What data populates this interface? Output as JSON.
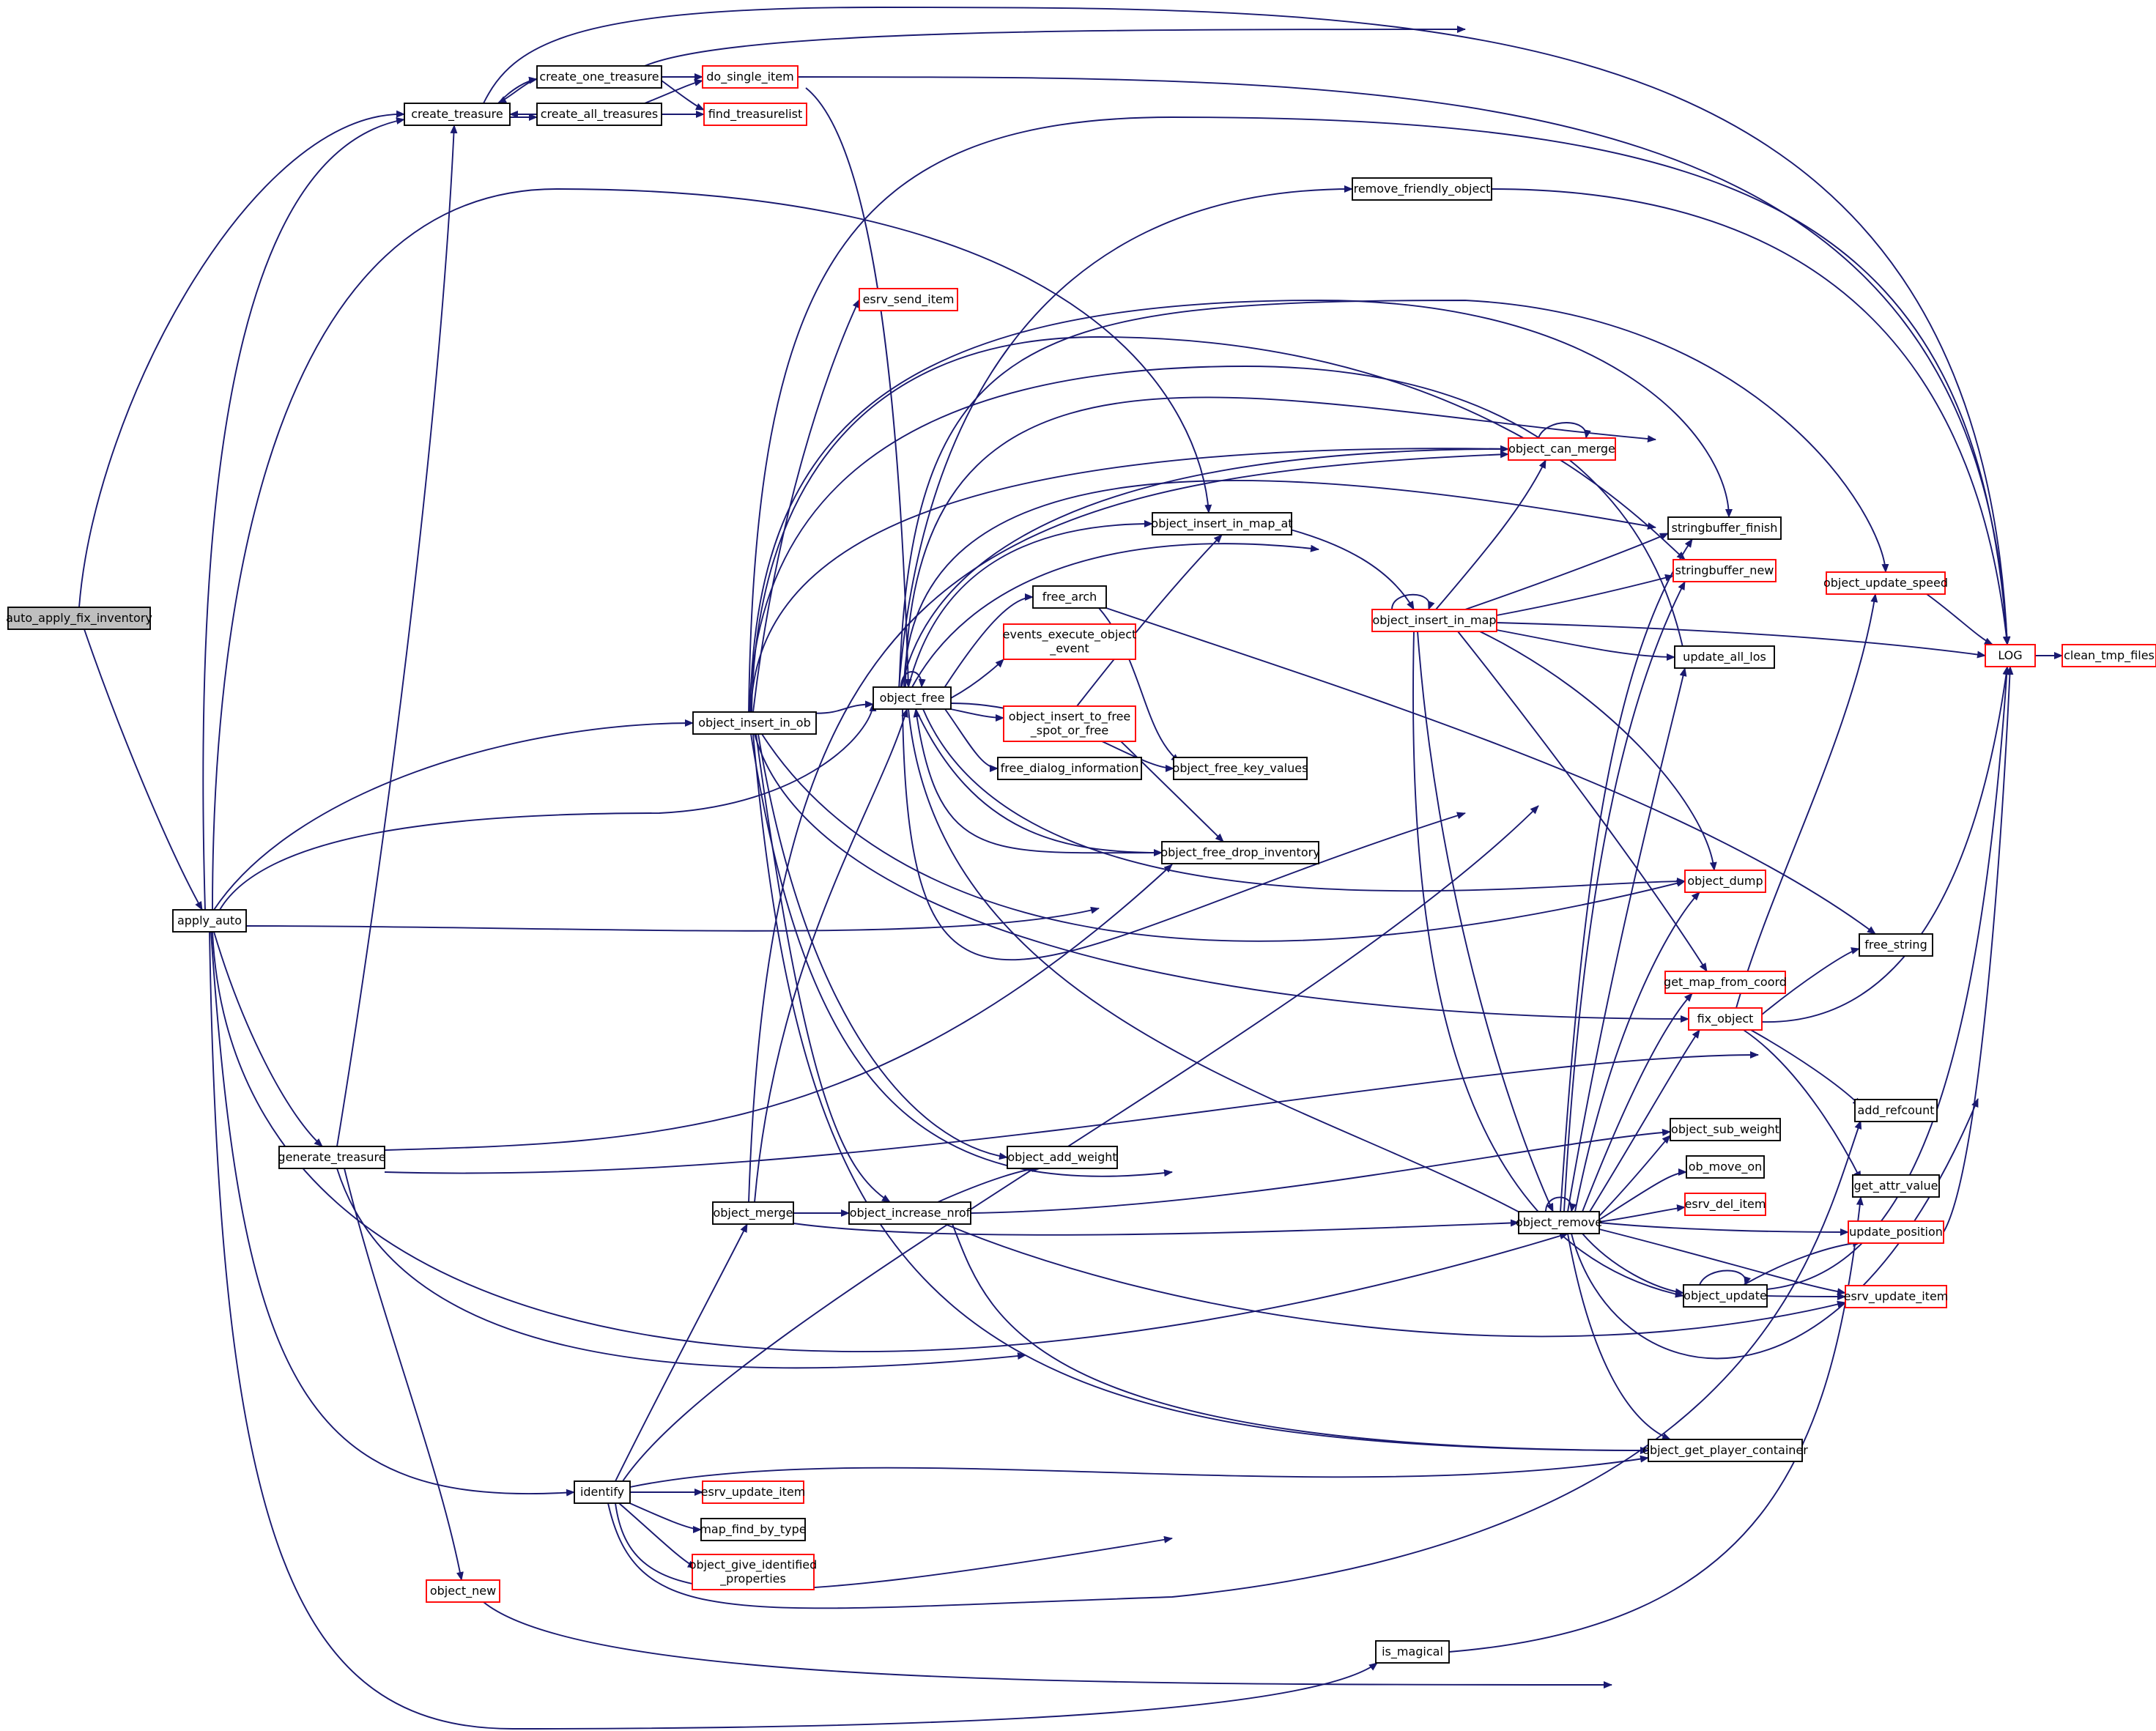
{
  "colors": {
    "edge": "#191970",
    "node_border_black": "#000000",
    "node_border_red": "#ff0000",
    "root_fill": "#bfbfbf",
    "node_fill": "#ffffff"
  },
  "nodes": [
    {
      "id": "root",
      "lines": [
        "auto_apply_fix_inventory"
      ],
      "red": false,
      "root": true
    },
    {
      "id": "apply_auto",
      "lines": [
        "apply_auto"
      ],
      "red": false
    },
    {
      "id": "create_treasure",
      "lines": [
        "create_treasure"
      ],
      "red": false
    },
    {
      "id": "create_one_treasure",
      "lines": [
        "create_one_treasure"
      ],
      "red": false
    },
    {
      "id": "create_all_treasures",
      "lines": [
        "create_all_treasures"
      ],
      "red": false
    },
    {
      "id": "do_single_item",
      "lines": [
        "do_single_item"
      ],
      "red": true
    },
    {
      "id": "find_treasurelist",
      "lines": [
        "find_treasurelist"
      ],
      "red": true
    },
    {
      "id": "remove_friendly_object",
      "lines": [
        "remove_friendly_object"
      ],
      "red": false
    },
    {
      "id": "esrv_send_item",
      "lines": [
        "esrv_send_item"
      ],
      "red": true
    },
    {
      "id": "object_can_merge",
      "lines": [
        "object_can_merge"
      ],
      "red": true
    },
    {
      "id": "object_insert_in_map_at",
      "lines": [
        "object_insert_in_map_at"
      ],
      "red": false
    },
    {
      "id": "stringbuffer_finish",
      "lines": [
        "stringbuffer_finish"
      ],
      "red": false
    },
    {
      "id": "stringbuffer_new",
      "lines": [
        "stringbuffer_new"
      ],
      "red": true
    },
    {
      "id": "object_update_speed",
      "lines": [
        "object_update_speed"
      ],
      "red": true
    },
    {
      "id": "free_arch",
      "lines": [
        "free_arch"
      ],
      "red": false
    },
    {
      "id": "events_execute",
      "lines": [
        "events_execute_object",
        "_event"
      ],
      "red": true
    },
    {
      "id": "object_insert_in_map",
      "lines": [
        "object_insert_in_map"
      ],
      "red": true
    },
    {
      "id": "LOG",
      "lines": [
        "LOG"
      ],
      "red": true
    },
    {
      "id": "clean_tmp_files",
      "lines": [
        "clean_tmp_files"
      ],
      "red": true
    },
    {
      "id": "update_all_los",
      "lines": [
        "update_all_los"
      ],
      "red": false
    },
    {
      "id": "object_insert_in_ob",
      "lines": [
        "object_insert_in_ob"
      ],
      "red": false
    },
    {
      "id": "object_free",
      "lines": [
        "object_free"
      ],
      "red": false
    },
    {
      "id": "object_insert_to_free",
      "lines": [
        "object_insert_to_free",
        "_spot_or_free"
      ],
      "red": true
    },
    {
      "id": "object_free_key_values",
      "lines": [
        "object_free_key_values"
      ],
      "red": false
    },
    {
      "id": "free_dialog_information",
      "lines": [
        "free_dialog_information"
      ],
      "red": false
    },
    {
      "id": "object_free_drop_inventory",
      "lines": [
        "object_free_drop_inventory"
      ],
      "red": false
    },
    {
      "id": "object_dump",
      "lines": [
        "object_dump"
      ],
      "red": true
    },
    {
      "id": "free_string",
      "lines": [
        "free_string"
      ],
      "red": false
    },
    {
      "id": "get_map_from_coord",
      "lines": [
        "get_map_from_coord"
      ],
      "red": true
    },
    {
      "id": "fix_object",
      "lines": [
        "fix_object"
      ],
      "red": true
    },
    {
      "id": "add_refcount",
      "lines": [
        "add_refcount"
      ],
      "red": false
    },
    {
      "id": "generate_treasure",
      "lines": [
        "generate_treasure"
      ],
      "red": false
    },
    {
      "id": "object_add_weight",
      "lines": [
        "object_add_weight"
      ],
      "red": false
    },
    {
      "id": "object_sub_weight",
      "lines": [
        "object_sub_weight"
      ],
      "red": false
    },
    {
      "id": "ob_move_on",
      "lines": [
        "ob_move_on"
      ],
      "red": false
    },
    {
      "id": "get_attr_value",
      "lines": [
        "get_attr_value"
      ],
      "red": false
    },
    {
      "id": "object_merge",
      "lines": [
        "object_merge"
      ],
      "red": false
    },
    {
      "id": "object_increase_nrof",
      "lines": [
        "object_increase_nrof"
      ],
      "red": false
    },
    {
      "id": "esrv_del_item",
      "lines": [
        "esrv_del_item"
      ],
      "red": true
    },
    {
      "id": "object_remove",
      "lines": [
        "object_remove"
      ],
      "red": false
    },
    {
      "id": "update_position",
      "lines": [
        "update_position"
      ],
      "red": true
    },
    {
      "id": "object_update",
      "lines": [
        "object_update"
      ],
      "red": false
    },
    {
      "id": "esrv_update_item_r",
      "lines": [
        "esrv_update_item"
      ],
      "red": true
    },
    {
      "id": "object_get_player_container",
      "lines": [
        "object_get_player_container"
      ],
      "red": false
    },
    {
      "id": "identify",
      "lines": [
        "identify"
      ],
      "red": false
    },
    {
      "id": "esrv_update_item_l",
      "lines": [
        "esrv_update_item"
      ],
      "red": true
    },
    {
      "id": "map_find_by_type",
      "lines": [
        "map_find_by_type"
      ],
      "red": false
    },
    {
      "id": "object_give_identified",
      "lines": [
        "object_give_identified",
        "_properties"
      ],
      "red": true
    },
    {
      "id": "object_new",
      "lines": [
        "object_new"
      ],
      "red": true
    },
    {
      "id": "is_magical",
      "lines": [
        "is_magical"
      ],
      "red": false
    }
  ],
  "edges": [
    [
      "root",
      "apply_auto"
    ],
    [
      "root",
      "create_treasure"
    ],
    [
      "apply_auto",
      "create_treasure"
    ],
    [
      "apply_auto",
      "object_insert_in_map_at"
    ],
    [
      "apply_auto",
      "object_insert_in_ob"
    ],
    [
      "apply_auto",
      "object_free"
    ],
    [
      "apply_auto",
      "object_free_drop_inventory"
    ],
    [
      "apply_auto",
      "generate_treasure"
    ],
    [
      "apply_auto",
      "object_remove"
    ],
    [
      "apply_auto",
      "identify"
    ],
    [
      "apply_auto",
      "is_magical"
    ],
    [
      "create_treasure",
      "create_one_treasure"
    ],
    [
      "create_treasure",
      "create_all_treasures"
    ],
    [
      "create_treasure",
      "LOG"
    ],
    [
      "create_one_treasure",
      "create_treasure"
    ],
    [
      "create_one_treasure",
      "do_single_item"
    ],
    [
      "create_one_treasure",
      "find_treasurelist"
    ],
    [
      "create_one_treasure",
      "LOG"
    ],
    [
      "create_all_treasures",
      "create_treasure"
    ],
    [
      "create_all_treasures",
      "do_single_item"
    ],
    [
      "create_all_treasures",
      "find_treasurelist"
    ],
    [
      "do_single_item",
      "LOG"
    ],
    [
      "do_single_item",
      "object_free"
    ],
    [
      "remove_friendly_object",
      "LOG"
    ],
    [
      "object_insert_in_ob",
      "esrv_send_item"
    ],
    [
      "object_insert_in_ob",
      "object_can_merge"
    ],
    [
      "object_insert_in_ob",
      "stringbuffer_finish"
    ],
    [
      "object_insert_in_ob",
      "stringbuffer_new"
    ],
    [
      "object_insert_in_ob",
      "LOG"
    ],
    [
      "object_insert_in_ob",
      "object_free"
    ],
    [
      "object_insert_in_ob",
      "object_dump"
    ],
    [
      "object_insert_in_ob",
      "fix_object"
    ],
    [
      "object_insert_in_ob",
      "object_add_weight"
    ],
    [
      "object_insert_in_ob",
      "object_sub_weight"
    ],
    [
      "object_insert_in_ob",
      "object_increase_nrof"
    ],
    [
      "object_insert_in_ob",
      "object_get_player_container"
    ],
    [
      "object_insert_in_ob",
      "update_all_los"
    ],
    [
      "object_free",
      "object_free"
    ],
    [
      "object_free",
      "remove_friendly_object"
    ],
    [
      "object_free",
      "object_can_merge"
    ],
    [
      "object_free",
      "object_insert_in_map_at"
    ],
    [
      "object_free",
      "object_insert_in_map"
    ],
    [
      "object_free",
      "object_update_speed"
    ],
    [
      "object_free",
      "free_arch"
    ],
    [
      "object_free",
      "events_execute"
    ],
    [
      "object_free",
      "object_insert_to_free"
    ],
    [
      "object_free",
      "free_dialog_information"
    ],
    [
      "object_free",
      "object_free_key_values"
    ],
    [
      "object_free",
      "object_free_drop_inventory"
    ],
    [
      "object_free",
      "object_dump"
    ],
    [
      "object_free",
      "LOG"
    ],
    [
      "object_free",
      "object_remove"
    ],
    [
      "object_free",
      "stringbuffer_finish"
    ],
    [
      "object_free",
      "stringbuffer_new"
    ],
    [
      "free_arch",
      "object_free_key_values"
    ],
    [
      "free_arch",
      "free_string"
    ],
    [
      "object_insert_to_free",
      "object_insert_in_map_at"
    ],
    [
      "object_insert_to_free",
      "object_free_drop_inventory"
    ],
    [
      "object_free_drop_inventory",
      "object_free"
    ],
    [
      "object_insert_in_map_at",
      "object_insert_in_map"
    ],
    [
      "object_insert_in_map",
      "object_insert_in_map"
    ],
    [
      "object_insert_in_map",
      "object_can_merge"
    ],
    [
      "object_insert_in_map",
      "stringbuffer_finish"
    ],
    [
      "object_insert_in_map",
      "stringbuffer_new"
    ],
    [
      "object_insert_in_map",
      "LOG"
    ],
    [
      "object_insert_in_map",
      "update_all_los"
    ],
    [
      "object_insert_in_map",
      "object_dump"
    ],
    [
      "object_insert_in_map",
      "get_map_from_coord"
    ],
    [
      "object_insert_in_map",
      "object_remove"
    ],
    [
      "object_insert_in_map",
      "object_update"
    ],
    [
      "object_can_merge",
      "object_can_merge"
    ],
    [
      "object_update_speed",
      "LOG"
    ],
    [
      "LOG",
      "clean_tmp_files"
    ],
    [
      "fix_object",
      "object_update_speed"
    ],
    [
      "fix_object",
      "free_string"
    ],
    [
      "fix_object",
      "LOG"
    ],
    [
      "fix_object",
      "add_refcount"
    ],
    [
      "fix_object",
      "get_attr_value"
    ],
    [
      "generate_treasure",
      "create_treasure"
    ],
    [
      "generate_treasure",
      "object_free_drop_inventory"
    ],
    [
      "generate_treasure",
      "update_position"
    ],
    [
      "generate_treasure",
      "object_remove"
    ],
    [
      "generate_treasure",
      "object_new"
    ],
    [
      "object_merge",
      "object_free"
    ],
    [
      "object_merge",
      "object_increase_nrof"
    ],
    [
      "object_merge",
      "object_remove"
    ],
    [
      "object_merge",
      "object_can_merge"
    ],
    [
      "object_increase_nrof",
      "object_add_weight"
    ],
    [
      "object_increase_nrof",
      "object_sub_weight"
    ],
    [
      "object_increase_nrof",
      "esrv_update_item_r"
    ],
    [
      "object_increase_nrof",
      "object_get_player_container"
    ],
    [
      "object_remove",
      "object_remove"
    ],
    [
      "object_remove",
      "stringbuffer_finish"
    ],
    [
      "object_remove",
      "stringbuffer_new"
    ],
    [
      "object_remove",
      "update_all_los"
    ],
    [
      "object_remove",
      "object_dump"
    ],
    [
      "object_remove",
      "get_map_from_coord"
    ],
    [
      "object_remove",
      "fix_object"
    ],
    [
      "object_remove",
      "object_sub_weight"
    ],
    [
      "object_remove",
      "ob_move_on"
    ],
    [
      "object_remove",
      "esrv_del_item"
    ],
    [
      "object_remove",
      "update_position"
    ],
    [
      "object_remove",
      "object_update"
    ],
    [
      "object_remove",
      "esrv_update_item_r"
    ],
    [
      "object_remove",
      "object_get_player_container"
    ],
    [
      "object_remove",
      "LOG"
    ],
    [
      "object_update",
      "object_update"
    ],
    [
      "object_update",
      "update_position"
    ],
    [
      "object_update",
      "esrv_update_item_r"
    ],
    [
      "object_update",
      "LOG"
    ],
    [
      "update_position",
      "LOG"
    ],
    [
      "identify",
      "object_merge"
    ],
    [
      "identify",
      "esrv_update_item_l"
    ],
    [
      "identify",
      "map_find_by_type"
    ],
    [
      "identify",
      "object_give_identified"
    ],
    [
      "identify",
      "object_get_player_container"
    ],
    [
      "identify",
      "object_update"
    ],
    [
      "identify",
      "stringbuffer_new"
    ],
    [
      "identify",
      "add_refcount"
    ],
    [
      "object_new",
      "LOG"
    ],
    [
      "is_magical",
      "get_attr_value"
    ]
  ]
}
